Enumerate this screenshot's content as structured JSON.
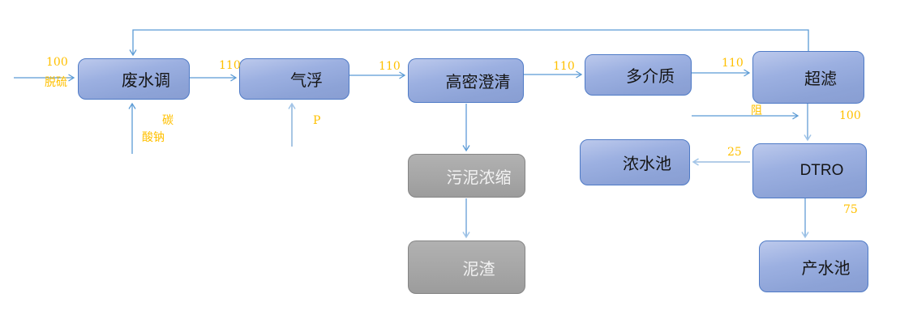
{
  "diagram_type": "process-flow",
  "colors": {
    "node_fill": "#92a8dc",
    "node_border": "#4e7ac6",
    "gray_node_fill": "#a6a6a6",
    "gray_node_border": "#858585",
    "connector": "#5b9bd5",
    "connector_light": "#a7c9e9",
    "flow_label": "#ffc000",
    "background": "#ffffff"
  },
  "nodes": {
    "wastewater_adjust": {
      "label": "废水调"
    },
    "air_flotation": {
      "label": "气浮"
    },
    "high_density_clarifier": {
      "label": "高密澄清"
    },
    "multi_media": {
      "label": "多介质"
    },
    "ultrafiltration": {
      "label": "超滤"
    },
    "dtro": {
      "label": "DTRO"
    },
    "concentrate_tank": {
      "label": "浓水池"
    },
    "product_tank": {
      "label": "产水池"
    },
    "sludge_thickening": {
      "label": "污泥浓缩"
    },
    "sludge_residue": {
      "label": "泥渣"
    }
  },
  "edges": [
    {
      "from": "inlet",
      "to": "wastewater_adjust",
      "labels": [
        "100",
        "脱硫"
      ]
    },
    {
      "from": "wastewater_adjust",
      "to": "air_flotation",
      "labels": [
        "110"
      ]
    },
    {
      "from": "air_flotation",
      "to": "high_density_clarifier",
      "labels": [
        "110"
      ]
    },
    {
      "from": "high_density_clarifier",
      "to": "multi_media",
      "labels": [
        "110"
      ]
    },
    {
      "from": "multi_media",
      "to": "ultrafiltration",
      "labels": [
        "110"
      ]
    },
    {
      "from": "ultrafiltration",
      "to": "wastewater_adjust",
      "labels": []
    },
    {
      "from": "soda-dosing",
      "to": "wastewater_adjust",
      "labels": [
        "碳",
        "酸钠"
      ]
    },
    {
      "from": "p-dosing",
      "to": "air_flotation",
      "labels": [
        "P"
      ]
    },
    {
      "from": "high_density_clarifier",
      "to": "sludge_thickening",
      "labels": []
    },
    {
      "from": "sludge_thickening",
      "to": "sludge_residue",
      "labels": []
    },
    {
      "from": "ultrafiltration",
      "to": "dtro",
      "labels": [
        "100"
      ]
    },
    {
      "from": "antiscalant-dosing",
      "to": "uf-dtro-line",
      "labels": [
        "阻"
      ]
    },
    {
      "from": "dtro",
      "to": "concentrate_tank",
      "labels": [
        "25"
      ]
    },
    {
      "from": "dtro",
      "to": "product_tank",
      "labels": [
        "75"
      ]
    }
  ]
}
